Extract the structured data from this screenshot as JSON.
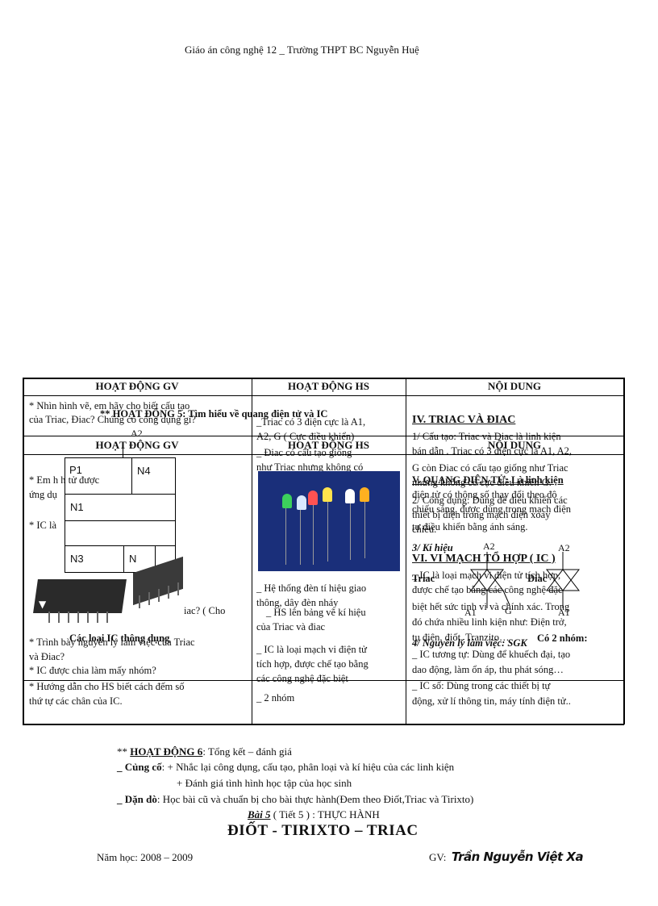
{
  "page_header": "Giáo án công nghệ 12 _ Trường THPT BC Nguyễn Huệ",
  "table1": {
    "headers": [
      "HOẠT ĐỘNG GV",
      "HOẠT ĐỘNG HS",
      "NỘI DUNG"
    ],
    "gv": [
      "* Nhìn hình vẽ, em hãy cho biết cấu tạo",
      "của Triac, Điac? Chúng có công dụng gì?"
    ],
    "gv_overlay": "** HOẠT ĐỘNG 5: Tìm hiểu về quang điện tử và IC",
    "hs": [
      "_Triac có 3 điện cực là A1,",
      "A2, G ( Cực điều khiển)",
      "_ Điac có cấu tạo giống",
      "như Triac nhưng không có"
    ],
    "nd_title": "IV. TRIAC VÀ ĐIAC",
    "nd": [
      "1/ Cấu tạo: Triac và Điac là linh kiện",
      "bán dẫn . Triac có 3 điện cực là A1, A2,",
      "G còn Điac có cấu tạo giống như Triac",
      "nhưng không có cực điều khiển G.",
      "2/ Công dụng: Dùng để điều khiển các",
      "thiết bị điện trong mạch điện xoay",
      "chiều."
    ]
  },
  "table2": {
    "headers": [
      "HOẠT ĐỘNG GV",
      "HOẠT ĐỘNG HS",
      "NỘI DUNG"
    ],
    "gv": [
      "* Em h                              h tử được",
      "ứng dụ",
      "* IC là",
      "iac? ( Cho",
      "* Trình  bày nguyên  lý làm việc của Triac",
      "và Điac?",
      "* IC được chia làm mấy nhóm?",
      "* Hướng  dẫn cho HS biết cách đếm số",
      "thứ tự các chân của IC."
    ],
    "ic_caption": "Các loại IC thông dụng",
    "hs": [
      "_ Hệ thống đèn tí hiệu giao",
      "thông, dây đèn nháy",
      "_ HS lên bảng vẽ kí hiệu",
      "của Triac và điac",
      "_ IC là loại mạch vi điện tử",
      "tích hợp, được chế tạo bằng",
      "các công nghệ đặc biệt",
      "_ 2 nhóm"
    ],
    "nd_v": "V. QUANG ĐIỆN TỬ: Là linh kiện",
    "nd_v2": "điện tử có thông số thay đổi theo độ",
    "nd_v3": "chiếu sáng, được dùng trong mạch điện",
    "nd_v4": "tự điều khiển bằng ánh sáng.",
    "nd_kihieu": "3/ Kí hiệu",
    "nd_vi": "VI. VI MẠCH TỔ HỢP ( IC )",
    "nd_vi_text": [
      "_ IC là loại mạch vi điện tử tích hợp,",
      "được chế tạo bằng các công nghệ đặc",
      "biệt hết sức tinh vi và chính xác. Trong",
      "đó chứa nhiều linh kiện như: Điện trở,",
      "tụ điện, điốt, Tranzito…",
      "_ IC tương tự: Dùng để khuếch đại, tạo",
      "dao động, làm ổn áp, thu phát sóng…",
      "_ IC số: Dùng trong các thiết bị tự",
      "động, xử lí thông tin, máy tính điện tử.."
    ],
    "nguyen_ly": "4/ Nguyên lý làm việc: SGK",
    "co2nhom": "Có 2 nhóm:",
    "symbol_triac": "Triac",
    "symbol_diac": "Điac",
    "symbol_labels": [
      "A2",
      "A1",
      "G",
      "A2",
      "A1"
    ]
  },
  "diagram_labels": [
    "A2",
    "P1",
    "N4",
    "N1",
    "N3",
    "N"
  ],
  "footer": {
    "hd6_prefix": "** ",
    "hd6_title": "HOẠT ĐỘNG 6",
    "hd6_rest": ": Tổng kết – đánh giá",
    "cungco_label": "_ Củng cố",
    "cungco_1": ": + Nhắc lại công dụng, cấu tạo, phân loại và kí hiệu của các linh kiện",
    "cungco_2": "+ Đánh giá tình hình học tập của học sinh",
    "dando_label": "_ Dặn dò",
    "dando_text": ": Học bài cũ và chuẩn bị cho bài thực hành(Đem theo Điốt,Triac và Tirixto)",
    "bai_label": "Bài 5",
    "bai_rest": " ( Tiết 5 ) : THỰC HÀNH",
    "big_title": "ĐIỐT - TIRIXTO   – TRIAC",
    "namhoc": "Năm học: 2008 – 2009",
    "gv_label": "GV:",
    "gv_signature": "Trần Nguyễn Việt Xa"
  },
  "colors": {
    "photo_bg": "#1a2f7a",
    "line": "#000000"
  }
}
